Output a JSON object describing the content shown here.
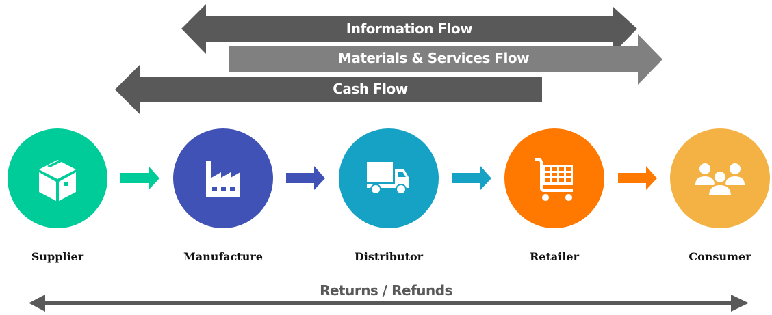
{
  "flows": {
    "information": {
      "label": "Information Flow",
      "direction": "bidirectional",
      "color": "#595959"
    },
    "materials": {
      "label": "Materials & Services Flow",
      "direction": "right",
      "color": "#808080"
    },
    "cash": {
      "label": "Cash Flow",
      "direction": "left",
      "color": "#595959"
    }
  },
  "nodes": [
    {
      "label": "Supplier",
      "icon": "box-icon",
      "color": "#00CC99"
    },
    {
      "label": "Manufacture",
      "icon": "factory-icon",
      "color": "#4052B5"
    },
    {
      "label": "Distributor",
      "icon": "truck-icon",
      "color": "#16A2C4"
    },
    {
      "label": "Retailer",
      "icon": "shopping-cart-icon",
      "color": "#FF7800"
    },
    {
      "label": "Consumer",
      "icon": "people-icon",
      "color": "#F4B245"
    }
  ],
  "connectors": [
    {
      "from": "Supplier",
      "to": "Manufacture",
      "color": "#00CC99"
    },
    {
      "from": "Manufacture",
      "to": "Distributor",
      "color": "#4052B5"
    },
    {
      "from": "Distributor",
      "to": "Retailer",
      "color": "#16A2C4"
    },
    {
      "from": "Retailer",
      "to": "Consumer",
      "color": "#FF7800"
    }
  ],
  "returns": {
    "label": "Returns / Refunds",
    "direction": "bidirectional",
    "color": "#595959"
  }
}
